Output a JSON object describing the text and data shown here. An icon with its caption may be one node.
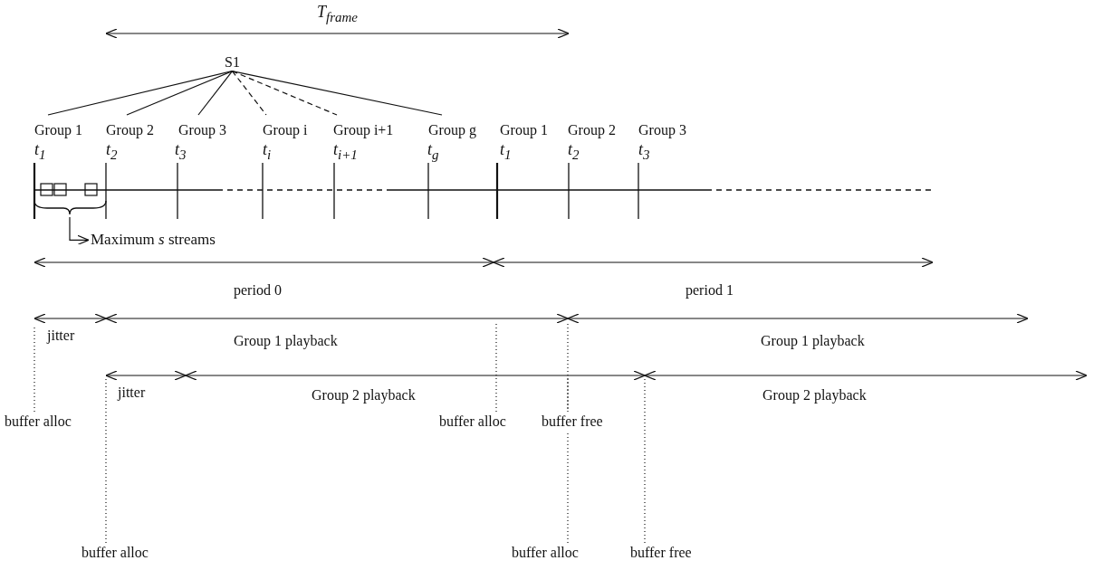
{
  "diagram": {
    "nodes": [
      {
        "text": [
          "S1"
        ]
      },
      {
        "text": [
          "Group 1"
        ]
      },
      {
        "text": [
          "Group 2"
        ]
      },
      {
        "text": [
          "Group 3"
        ]
      },
      {
        "text": [
          "Group i"
        ]
      },
      {
        "text": [
          "Group i+1"
        ]
      },
      {
        "text": [
          "Group g"
        ]
      },
      {
        "text": [
          "buffer alloc"
        ]
      },
      {
        "text": [
          "buffer alloc"
        ]
      },
      {
        "text": [
          "buffer free"
        ]
      },
      {
        "text": [
          "buffer alloc"
        ]
      },
      {
        "text": [
          "buffer alloc"
        ]
      },
      {
        "text": [
          "buffer free"
        ]
      },
      {
        "text": [
          "Maximum *s* streams"
        ]
      }
    ],
    "edges": [
      {
        "from": 0,
        "to": 1,
        "arrow": "none"
      },
      {
        "from": 0,
        "to": 2,
        "arrow": "none"
      },
      {
        "from": 0,
        "to": 3,
        "arrow": "none"
      },
      {
        "from": 0,
        "to": 4,
        "arrow": "none",
        "style": "dashed"
      },
      {
        "from": 0,
        "to": 5,
        "arrow": "none",
        "style": "dashed"
      },
      {
        "from": 0,
        "to": 6,
        "arrow": "none"
      },
      {
        "from": 7,
        "to": null,
        "arrow": "none",
        "style": "dashed"
      },
      {
        "from": 8,
        "to": null,
        "arrow": "none",
        "style": "dashed"
      },
      {
        "from": 9,
        "to": null,
        "arrow": "none",
        "style": "dashed"
      },
      {
        "from": 10,
        "to": null,
        "arrow": "none",
        "style": "dashed"
      },
      {
        "from": 11,
        "to": null,
        "arrow": "none",
        "style": "dashed"
      },
      {
        "from": 12,
        "to": null,
        "arrow": "none",
        "style": "dashed"
      },
      {
        "from": null,
        "to": 13,
        "arrow": "to"
      }
    ],
    "labels": [
      "T$_{frame}$",
      "Group 1",
      "Group 2",
      "Group 3",
      "t$_{1}$",
      "t$_{2}$",
      "t$_{3}$",
      "t$_{i}$",
      "t$_{i+1}$",
      "t$_{g}$",
      "t$_{1}$",
      "t$_{2}$",
      "t$_{3}$",
      "period 0",
      "period 1",
      "jitter",
      "Group 1 playback",
      "Group 1 playback",
      "jitter",
      "Group 2 playback",
      "Group 2 playback"
    ]
  }
}
